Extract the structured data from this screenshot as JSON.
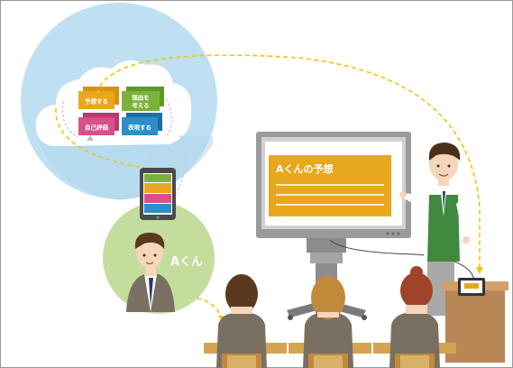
{
  "cloud_cards": {
    "predict": "予想する",
    "reason_line1": "理由を",
    "reason_line2": "考える",
    "self_eval": "自己評価",
    "express": "表現する"
  },
  "screen_title": "Aくんの予想",
  "student_label": "Aくん",
  "colors": {
    "sky_circle": "#bfe0f2",
    "student_circle": "#c5dd9c",
    "card_orange": "#e8a81d",
    "card_green": "#7cb23c",
    "card_pink": "#d8518a",
    "card_blue": "#2c8fc9",
    "dashed_path": "#f1c30e"
  }
}
